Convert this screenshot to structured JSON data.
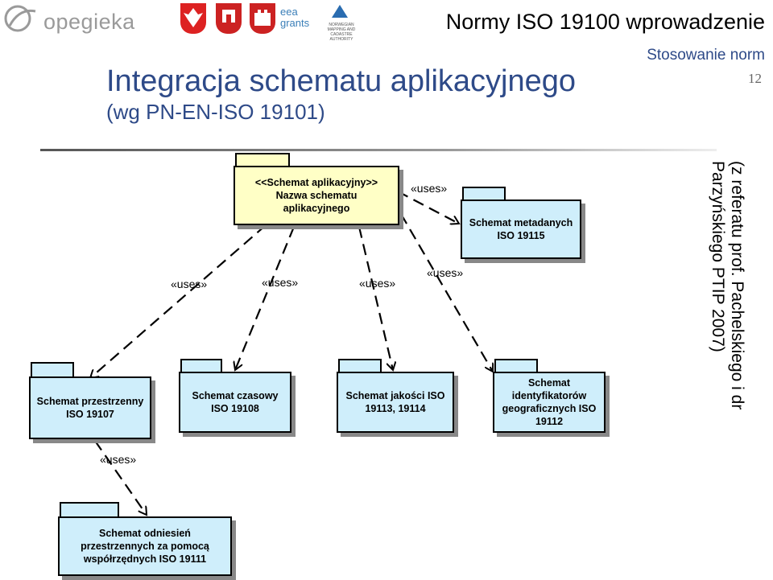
{
  "header": {
    "brand": "opegieka",
    "title": "Normy ISO 19100 wprowadzenie",
    "section": "Stosowanie norm",
    "slide_number": "12",
    "eea_line1": "eea",
    "eea_line2": "grants",
    "norway_text": "NORWEGIAN MAPPING AND CADASTRE AUTHORITY"
  },
  "slide": {
    "title": "Integracja schematu aplikacyjnego",
    "subtitle": "(wg PN-EN-ISO 19101)",
    "credit": "(z referatu prof. Pachelskiego i dr Parzyńskiego PTIP 2007)"
  },
  "diagram": {
    "packages": {
      "application": "<<Schemat aplikacyjny>>\nNazwa schematu\naplikacyjnego",
      "metadata": "Schemat metadanych\nISO 19115",
      "spatial": "Schemat przestrzenny\nISO 19107",
      "temporal": "Schemat czasowy\nISO 19108",
      "quality": "Schemat jakości ISO\n19113, 19114",
      "identifiers": "Schemat\nidentyfikatorów\ngeograficznych ISO\n19112",
      "reference": "Schemat odniesień\nprzestrzennych za pomocą\nwspółrzędnych ISO 19111"
    },
    "relation_label": "«uses»"
  },
  "colors": {
    "accent": "#2e4a88",
    "package_fill": "#cfeefb",
    "application_fill": "#ffffc6"
  }
}
